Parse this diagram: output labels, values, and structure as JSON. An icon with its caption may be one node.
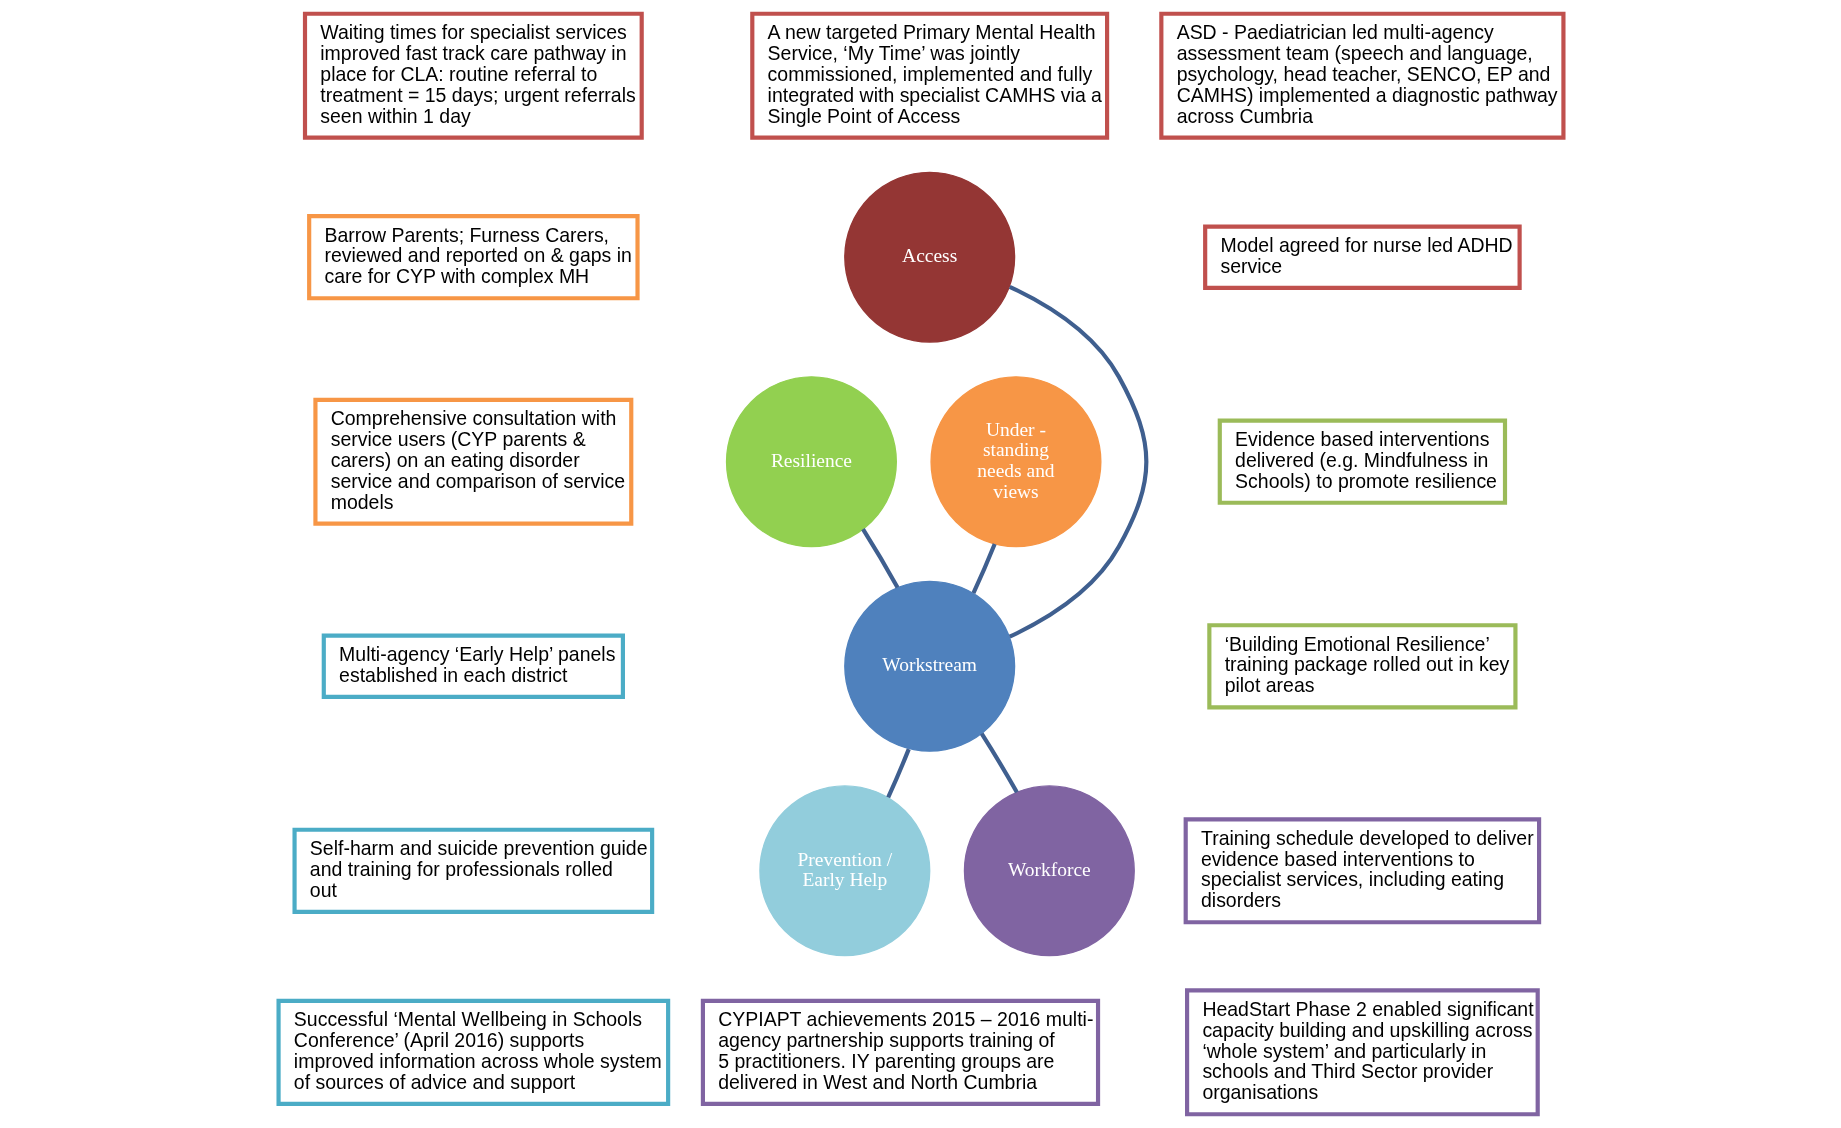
{
  "diagram": {
    "nodes": [
      {
        "text": [
          "Waiting times for specialist services improved fast track care pathway in place for CLA: routine referral to treatment = 15 days; urgent referrals seen within 1 day"
        ]
      },
      {
        "text": [
          "A new targeted Primary Mental Health Service, ‘My Time’ was jointly commissioned, implemented and fully integrated with specialist CAMHS via a Single Point of Access"
        ]
      },
      {
        "text": [
          "ASD - Paediatrician led multi-agency assessment team (speech and language, psychology, head teacher, SENCO, EP and CAMHS) implemented a diagnostic pathway across Cumbria"
        ]
      },
      {
        "text": [
          "Barrow Parents; Furness Carers, reviewed and reported on & gaps in care for CYP with complex MH"
        ]
      },
      {
        "text": [
          "Access"
        ]
      },
      {
        "text": [
          "Model agreed for nurse led ADHD service"
        ]
      },
      {
        "text": [
          "Evidence based interventions delivered (e.g. Mindfulness in Schools) to promote resilience"
        ]
      },
      {
        "text": [
          "Resilience"
        ]
      },
      {
        "text": [
          "Comprehensive consultation with service users (CYP parents & carers) on an eating disorder service and comparison of service models"
        ]
      },
      {
        "text": [
          "Under - standing needs and views"
        ]
      },
      {
        "text": [
          "Workstream"
        ]
      },
      {
        "text": [
          "‘Building Emotional Resilience’ training package rolled out in key pilot areas"
        ]
      },
      {
        "text": [
          "Multi-agency ‘Early Help’ panels established in each district"
        ]
      },
      {
        "text": [
          "Prevention / Early Help"
        ]
      },
      {
        "text": [
          "Workforce"
        ]
      },
      {
        "text": [
          "Training schedule developed to deliver evidence based interventions to specialist services, including eating disorders"
        ]
      },
      {
        "text": [
          "Self-harm and suicide prevention guide and training for professionals rolled out"
        ]
      },
      {
        "text": [
          "Successful ‘Mental Wellbeing in Schools Conference’ (April 2016) supports improved information across whole system of sources of advice and support"
        ]
      },
      {
        "text": [
          "CYPIAPT achievements 2015 – 2016 multi-agency partnership supports training of 5 practitioners. IY parenting groups are delivered in West and North Cumbria"
        ]
      },
      {
        "text": [
          "HeadStart Phase 2 enabled significant capacity building and upskilling across ‘whole system’ and particularly in schools and Third Sector provider organisations"
        ]
      }
    ],
    "edges": [
      {
        "from": 10,
        "to": 4,
        "arrow": "none"
      },
      {
        "from": 10,
        "to": 7,
        "arrow": "none"
      },
      {
        "from": 10,
        "to": 14,
        "arrow": "none"
      },
      {
        "from": 10,
        "to": 13,
        "arrow": "none"
      },
      {
        "from": 10,
        "to": 9,
        "arrow": "none"
      }
    ]
  }
}
